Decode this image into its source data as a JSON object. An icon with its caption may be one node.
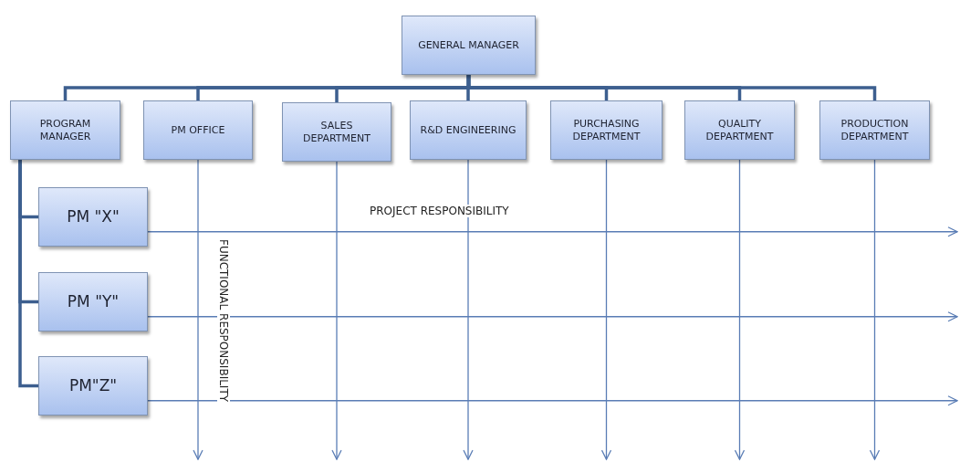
{
  "diagram": {
    "nodes": [
      {
        "text": [
          "GENERAL MANAGER"
        ]
      },
      {
        "text": [
          "PROGRAM MANAGER"
        ]
      },
      {
        "text": [
          "PM OFFICE"
        ]
      },
      {
        "text": [
          "SALES DEPARTMENT"
        ]
      },
      {
        "text": [
          "R&D ENGINEERING"
        ]
      },
      {
        "text": [
          "PURCHASING DEPARTMENT"
        ]
      },
      {
        "text": [
          "QUALITY DEPARTMENT"
        ]
      },
      {
        "text": [
          "PRODUCTION DEPARTMENT"
        ]
      },
      {
        "text": [
          "PM \"X\""
        ]
      },
      {
        "text": [
          "PM \"Y\""
        ]
      },
      {
        "text": [
          "PM\"Z\""
        ]
      }
    ],
    "edges": [
      {
        "from": 0,
        "to": 1,
        "arrow": "none"
      },
      {
        "from": 0,
        "to": 2,
        "arrow": "none"
      },
      {
        "from": 0,
        "to": 3,
        "arrow": "none"
      },
      {
        "from": 0,
        "to": 4,
        "arrow": "none"
      },
      {
        "from": 0,
        "to": 5,
        "arrow": "none"
      },
      {
        "from": 0,
        "to": 6,
        "arrow": "none"
      },
      {
        "from": 0,
        "to": 7,
        "arrow": "none"
      },
      {
        "from": 1,
        "to": 8,
        "arrow": "none"
      },
      {
        "from": 1,
        "to": 9,
        "arrow": "none"
      },
      {
        "from": 1,
        "to": 10,
        "arrow": "none"
      },
      {
        "from": 2,
        "to": null,
        "arrow": "to",
        "color": "#5a7db5"
      },
      {
        "from": 3,
        "to": null,
        "arrow": "to",
        "color": "#5a7db5"
      },
      {
        "from": 4,
        "to": null,
        "arrow": "to",
        "color": "#5a7db5"
      },
      {
        "from": 5,
        "to": null,
        "arrow": "to",
        "color": "#5a7db5"
      },
      {
        "from": 6,
        "to": null,
        "arrow": "to",
        "color": "#5a7db5"
      },
      {
        "from": 7,
        "to": null,
        "arrow": "to",
        "color": "#5a7db5"
      },
      {
        "from": 8,
        "to": null,
        "arrow": "to",
        "color": "#5a7db5"
      },
      {
        "from": 9,
        "to": null,
        "arrow": "to",
        "color": "#5a7db5"
      },
      {
        "from": 10,
        "to": null,
        "arrow": "to",
        "color": "#5a7db5"
      }
    ],
    "labels": [
      "PROJECT RESPONSIBILITY",
      "FUNCTIONAL RESPONSIBILITY"
    ]
  }
}
